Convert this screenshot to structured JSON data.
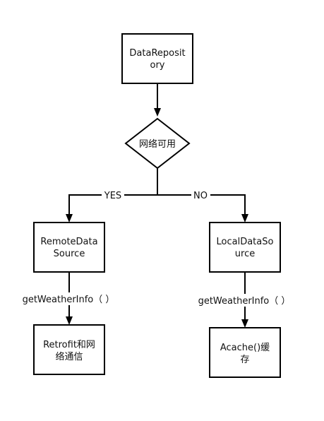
{
  "nodes": {
    "data_repository": {
      "line1": "DataReposit",
      "line2": "ory"
    },
    "network_available": {
      "label": "网络可用"
    },
    "remote_data_source": {
      "line1": "RemoteData",
      "line2": "Source"
    },
    "local_data_source": {
      "line1": "LocalDataSo",
      "line2": "urce"
    },
    "retrofit": {
      "line1": "Retrofit和网",
      "line2": "络通信"
    },
    "acache": {
      "line1": "Acache()缓",
      "line2": "存"
    }
  },
  "edges": {
    "yes_label": "YES",
    "no_label": "NO",
    "remote_call": "getWeatherInfo（ ）",
    "local_call": "getWeatherInfo（ ）"
  }
}
